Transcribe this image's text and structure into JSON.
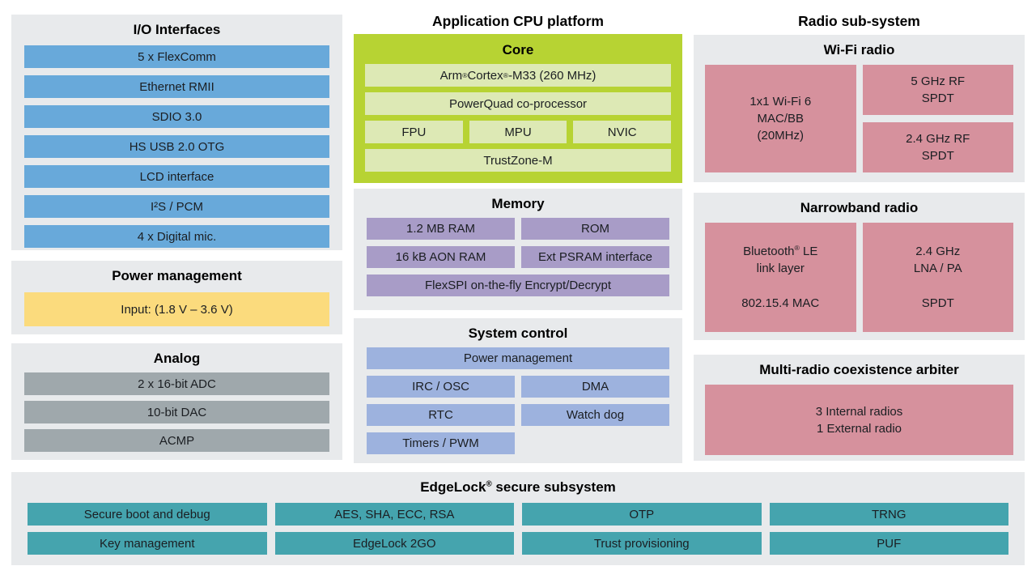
{
  "colors": {
    "section_bg": "#e8eaec",
    "io_blue": "#68a9da",
    "power_yellow": "#fbdb7d",
    "analog_gray": "#9fa8ac",
    "core_green": "#b7d333",
    "core_inner_green": "#dde9b5",
    "memory_purple": "#a89cc7",
    "system_periwinkle": "#9db2de",
    "radio_pink": "#d6919d",
    "edgelock_teal": "#45a4ae"
  },
  "left": {
    "io": {
      "title": "I/O Interfaces",
      "items": [
        "5 x FlexComm",
        "Ethernet RMII",
        "SDIO 3.0",
        "HS USB 2.0 OTG",
        "LCD interface",
        "I²S / PCM",
        "4 x Digital mic."
      ]
    },
    "power": {
      "title": "Power management",
      "items": [
        "Input: (1.8 V – 3.6 V)"
      ]
    },
    "analog": {
      "title": "Analog",
      "items": [
        "2 x 16-bit ADC",
        "10-bit DAC",
        "ACMP"
      ]
    }
  },
  "middle": {
    "title": "Application CPU platform",
    "core": {
      "title": "Core",
      "row1": "Arm® Cortex®-M33 (260 MHz)",
      "row2": "PowerQuad co-processor",
      "row3": [
        "FPU",
        "MPU",
        "NVIC"
      ],
      "row4": "TrustZone-M"
    },
    "memory": {
      "title": "Memory",
      "cells": [
        "1.2 MB RAM",
        "ROM",
        "16 kB AON RAM",
        "Ext PSRAM interface"
      ],
      "full": "FlexSPI  on-the-fly Encrypt/Decrypt"
    },
    "system": {
      "title": "System control",
      "full": "Power management",
      "cells": [
        "IRC / OSC",
        "DMA",
        "RTC",
        "Watch dog"
      ],
      "half": "Timers / PWM"
    }
  },
  "right": {
    "title": "Radio sub-system",
    "wifi": {
      "title": "Wi-Fi radio",
      "left_lines": [
        "1x1 Wi-Fi 6",
        "MAC/BB",
        "(20MHz)"
      ],
      "right_top_lines": [
        "5 GHz RF",
        "SPDT"
      ],
      "right_bottom_lines": [
        "2.4 GHz RF",
        "SPDT"
      ]
    },
    "narrowband": {
      "title": "Narrowband radio",
      "left_top_lines": [
        "Bluetooth® LE",
        "link layer"
      ],
      "left_bottom": "802.15.4 MAC",
      "right_top_lines": [
        "2.4 GHz",
        "LNA / PA"
      ],
      "right_bottom": "SPDT"
    },
    "coex": {
      "title": "Multi-radio coexistence arbiter",
      "lines": [
        "3 Internal radios",
        "1 External radio"
      ]
    }
  },
  "bottom": {
    "title": "EdgeLock® secure subsystem",
    "row1": [
      "Secure boot and debug",
      "AES, SHA, ECC, RSA",
      "OTP",
      "TRNG"
    ],
    "row2": [
      "Key management",
      "EdgeLock 2GO",
      "Trust provisioning",
      "PUF"
    ]
  }
}
